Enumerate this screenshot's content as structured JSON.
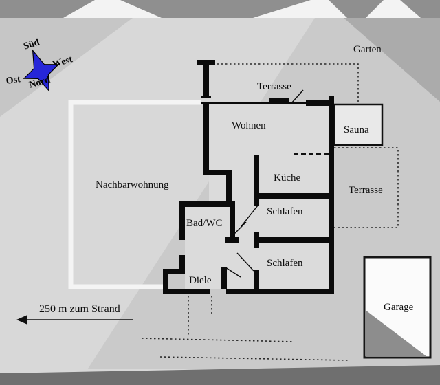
{
  "compass": {
    "south": "Süd",
    "west": "West",
    "east": "Ost",
    "north": "Nord"
  },
  "labels": {
    "garten": "Garten",
    "terrasse_top": "Terrasse",
    "wohnen": "Wohnen",
    "sauna": "Sauna",
    "kueche": "Küche",
    "terrasse_right": "Terrasse",
    "nachbarwohnung": "Nachbarwohnung",
    "bad_wc": "Bad/WC",
    "schlafen_upper": "Schlafen",
    "schlafen_lower": "Schlafen",
    "diele": "Diele",
    "garage": "Garage",
    "strand_note": "250 m zum Strand"
  },
  "colors": {
    "compass_blue": "#2626d8",
    "wall_black": "#0b0b0b"
  }
}
